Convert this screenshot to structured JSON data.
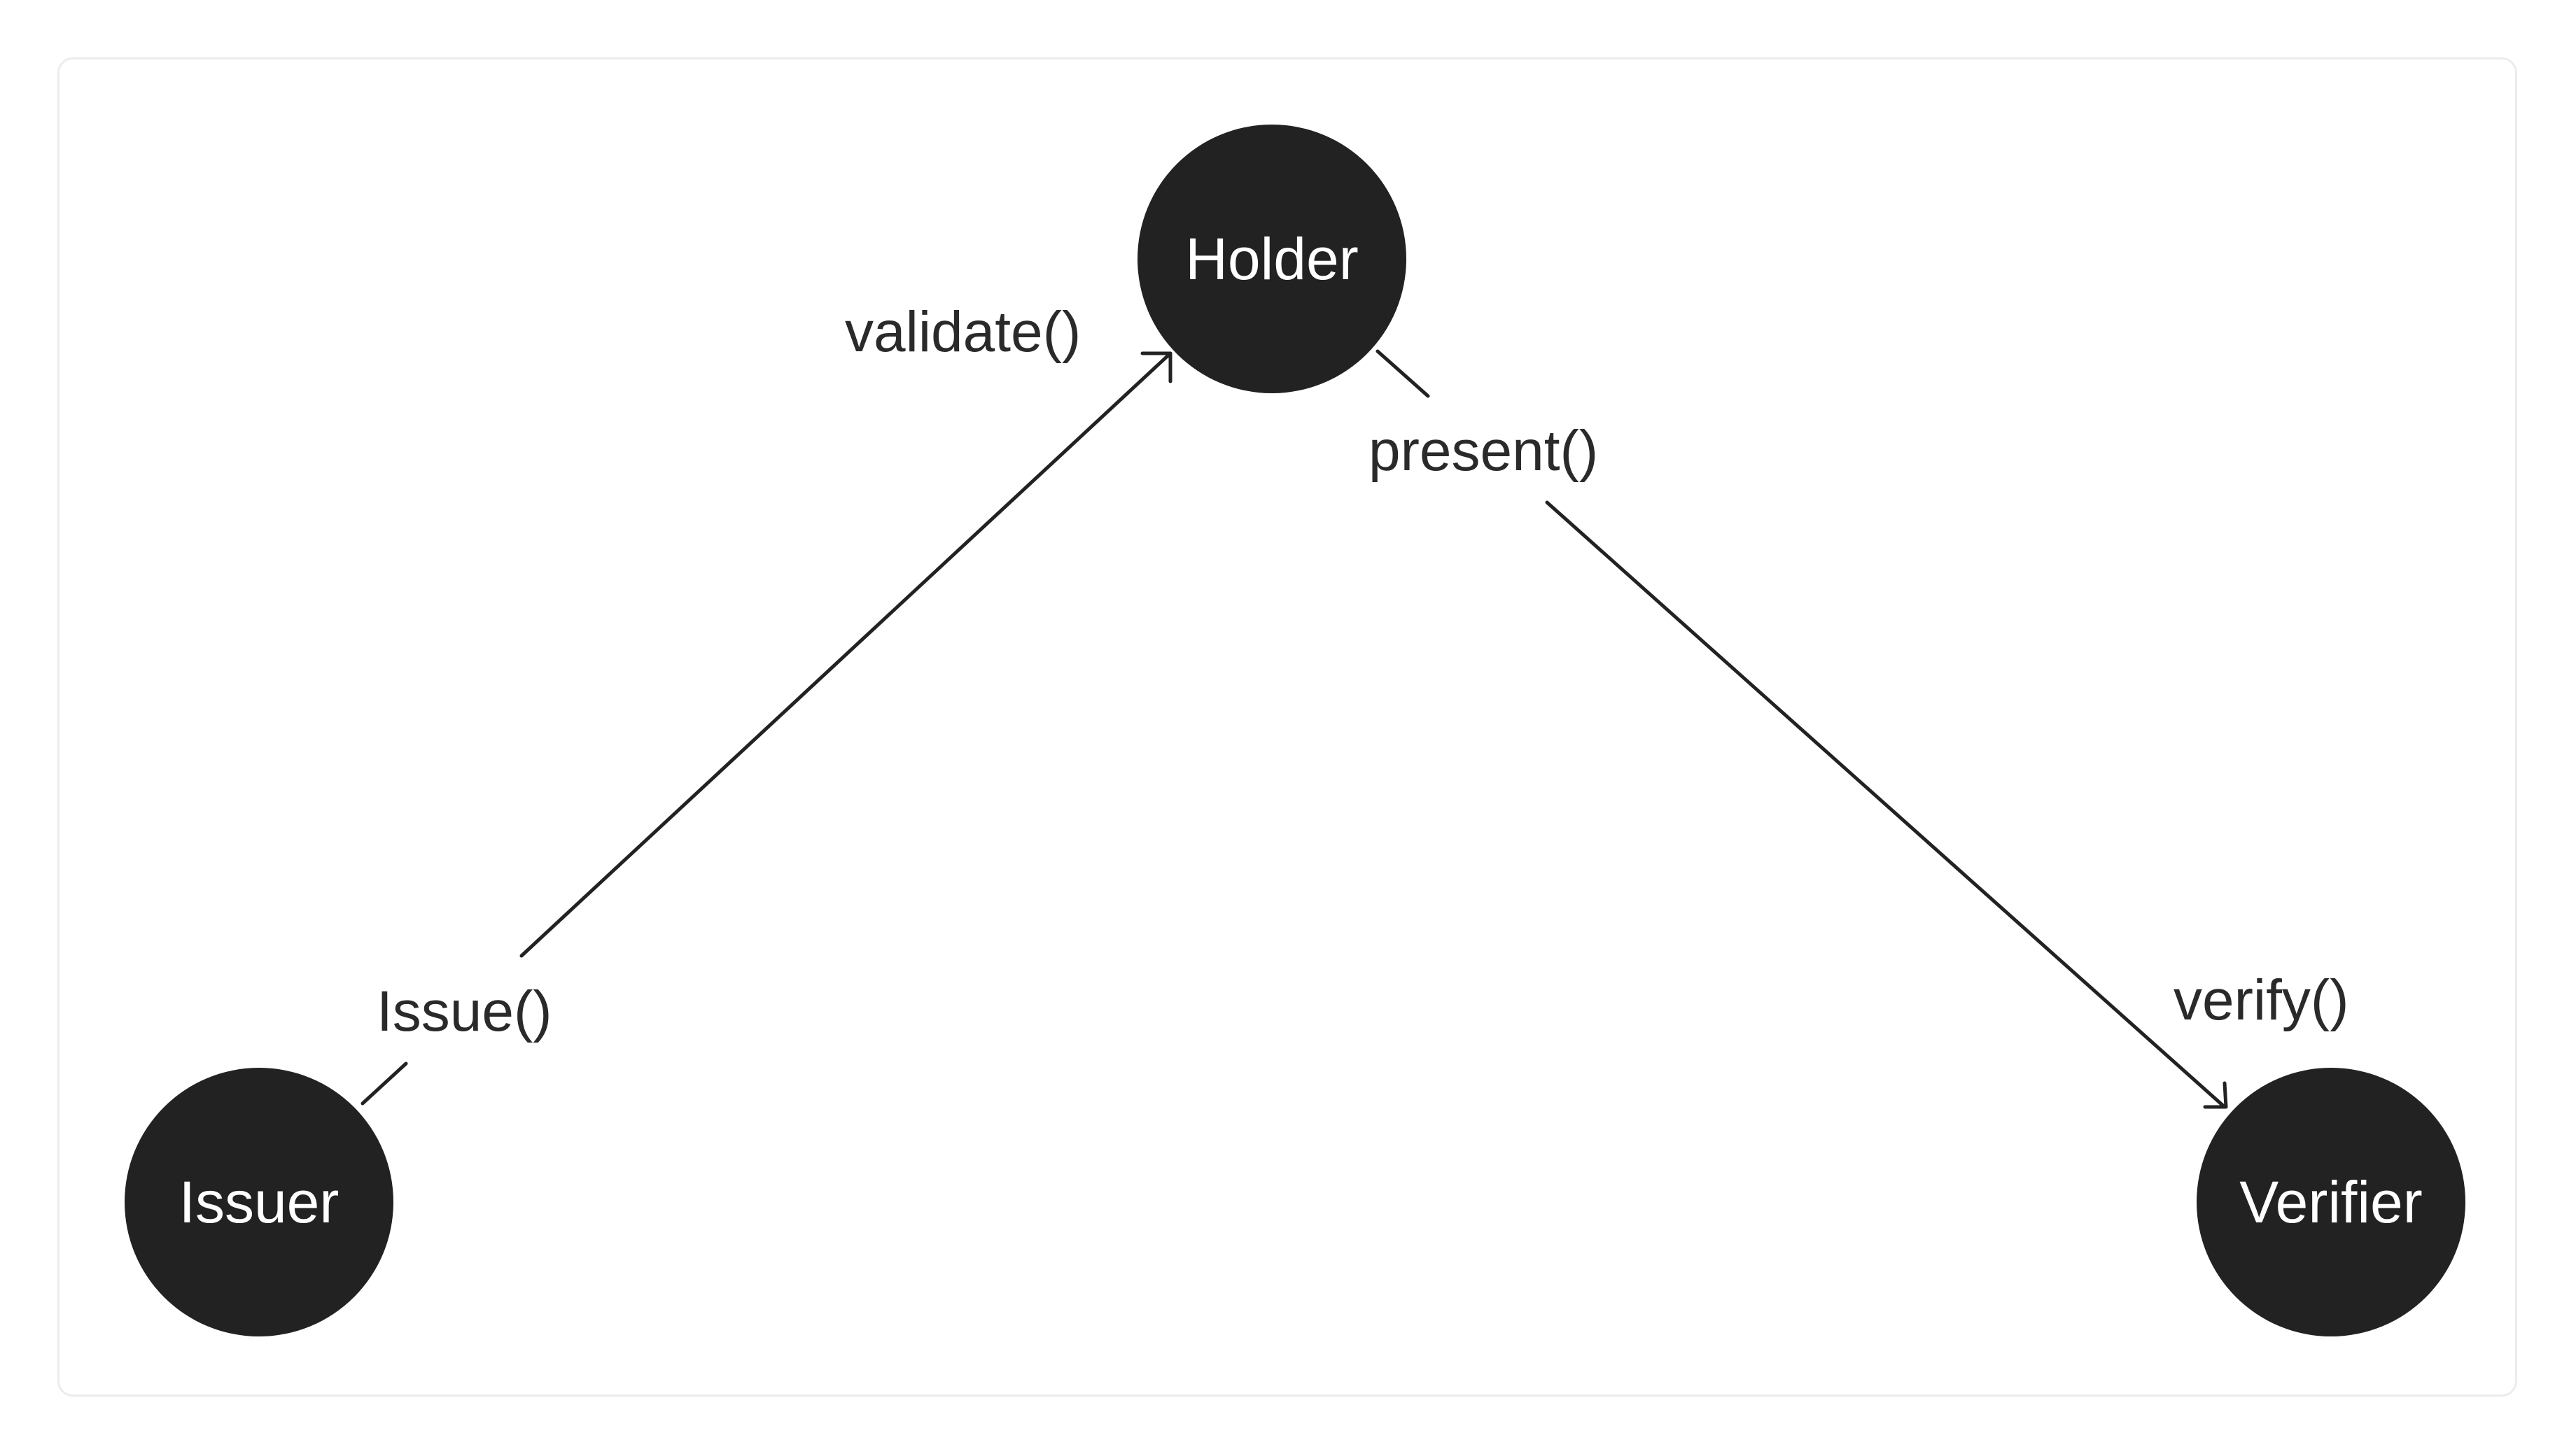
{
  "nodes": {
    "holder": "Holder",
    "issuer": "Issuer",
    "verifier": "Verifier"
  },
  "edges": {
    "issue": "Issue()",
    "validate": "validate()",
    "present": "present()",
    "verify": "verify()"
  },
  "colors": {
    "node_fill": "#222222",
    "node_text": "#ffffff",
    "edge": "#222222",
    "label": "#2a2a2a",
    "frame_border": "#ececec"
  }
}
